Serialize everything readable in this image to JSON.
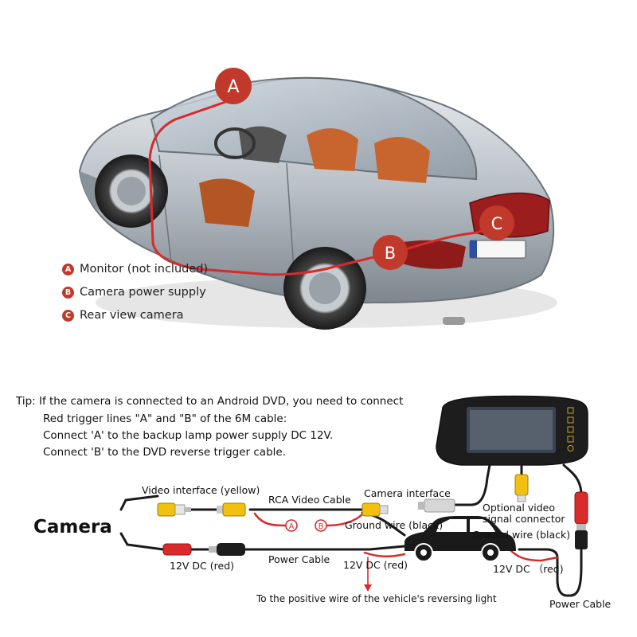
{
  "markers": {
    "a": "A",
    "b": "B",
    "c": "C"
  },
  "legend": [
    {
      "key": "A",
      "text": "Monitor (not included)"
    },
    {
      "key": "B",
      "text": "Camera power supply"
    },
    {
      "key": "C",
      "text": "Rear view camera"
    }
  ],
  "tip": {
    "line1": "Tip: If the camera is connected to an Android DVD, you need to connect",
    "line2": "Red trigger lines \"A\" and \"B\" of the 6M cable:",
    "line3": "Connect 'A' to the backup lamp power supply DC 12V.",
    "line4": "Connect 'B' to the DVD reverse trigger cable."
  },
  "wiring": {
    "camera": "Camera",
    "video_interface": "Video interface (yellow)",
    "rca_cable": "RCA Video Cable",
    "camera_interface": "Camera interface",
    "trigger_a": "A",
    "trigger_b": "B",
    "ground_wire_1": "Ground wire (black)",
    "ground_wire_2": "Ground wire (black)",
    "optional_video_1": "Optional video",
    "optional_video_2": "signal connector",
    "dc_1": "12V DC (red)",
    "power_cable_1": "Power Cable",
    "dc_2": "12V DC (red)",
    "dc_3": "12V DC （red)",
    "reversing_light": "To the positive wire of the vehicle's reversing light",
    "power_cable_2": "Power Cable"
  },
  "colors": {
    "marker": "#c0392b",
    "wire_red": "#d92b2b",
    "rca_yellow": "#f2c10f",
    "wire_black": "#1a1a1a"
  }
}
